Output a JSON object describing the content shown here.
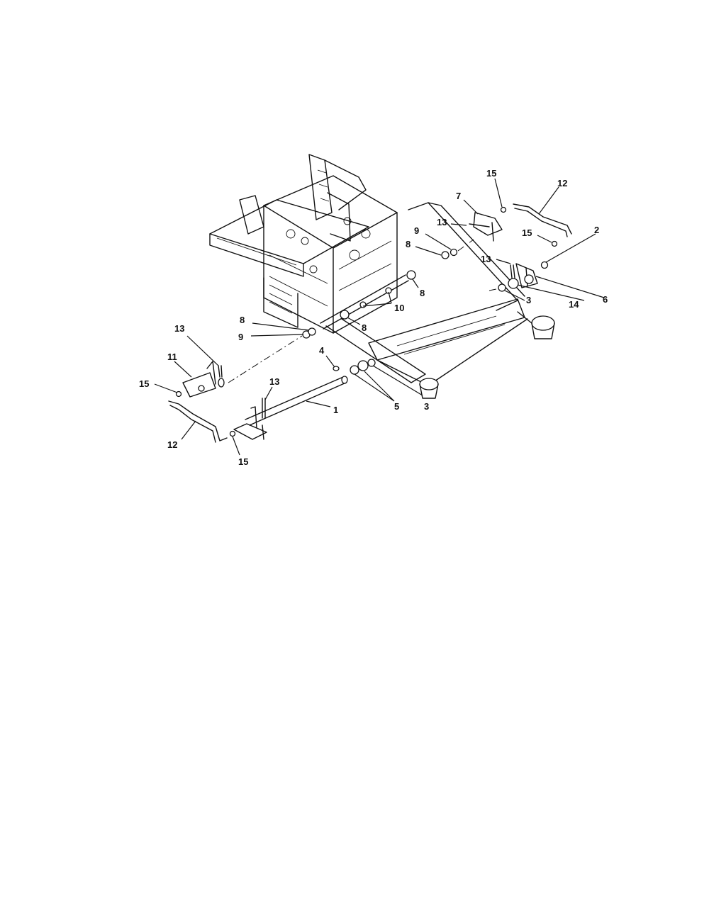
{
  "callouts": [
    {
      "id": "c-15-top",
      "label": "15"
    },
    {
      "id": "c-12-top",
      "label": "12"
    },
    {
      "id": "c-7",
      "label": "7"
    },
    {
      "id": "c-13-top",
      "label": "13"
    },
    {
      "id": "c-9-top",
      "label": "9"
    },
    {
      "id": "c-8-top",
      "label": "8"
    },
    {
      "id": "c-15-mid",
      "label": "15"
    },
    {
      "id": "c-2",
      "label": "2"
    },
    {
      "id": "c-13-right",
      "label": "13"
    },
    {
      "id": "c-8-center",
      "label": "8"
    },
    {
      "id": "c-6",
      "label": "6"
    },
    {
      "id": "c-14",
      "label": "14"
    },
    {
      "id": "c-3-right",
      "label": "3"
    },
    {
      "id": "c-10",
      "label": "10"
    },
    {
      "id": "c-8-lower",
      "label": "8"
    },
    {
      "id": "c-8-left",
      "label": "8"
    },
    {
      "id": "c-9-left",
      "label": "9"
    },
    {
      "id": "c-13-left",
      "label": "13"
    },
    {
      "id": "c-4",
      "label": "4"
    },
    {
      "id": "c-11",
      "label": "11"
    },
    {
      "id": "c-15-left",
      "label": "15"
    },
    {
      "id": "c-13-bottom",
      "label": "13"
    },
    {
      "id": "c-5",
      "label": "5"
    },
    {
      "id": "c-3-bottom",
      "label": "3"
    },
    {
      "id": "c-1",
      "label": "1"
    },
    {
      "id": "c-12-bottom",
      "label": "12"
    },
    {
      "id": "c-15-bottom",
      "label": "15"
    }
  ]
}
